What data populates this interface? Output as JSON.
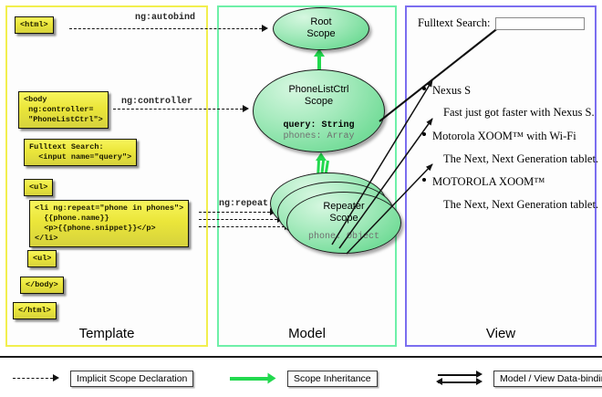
{
  "panels": {
    "template": {
      "label": "Template",
      "color": "#f2ef4e"
    },
    "model": {
      "label": "Model",
      "color": "#6ef0a8"
    },
    "view": {
      "label": "View",
      "color": "#7b6ef0"
    }
  },
  "template_code": {
    "html_open": "<html>",
    "body_open": "<body\n ng:controller=\n \"PhoneListCtrl\">",
    "search": "Fulltext Search:\n  <input name=\"query\">",
    "ul_open": "<ul>",
    "li_repeat": "<li ng:repeat=\"phone in phones\">\n  {{phone.name}}\n  <p>{{phone.snippet}}</p>\n</li>",
    "ul_close": "<ul>",
    "body_close": "</body>",
    "html_close": "</html>"
  },
  "edge_labels": {
    "autobind": "ng:autobind",
    "controller": "ng:controller",
    "repeat": "ng:repeat"
  },
  "scopes": {
    "root": {
      "title_line1": "Root",
      "title_line2": "Scope"
    },
    "ctrl": {
      "title_line1": "PhoneListCtrl",
      "title_line2": "Scope",
      "prop_query": "query: String",
      "prop_phones": "phones: Array"
    },
    "repeater": {
      "title_line1": "Repeater",
      "title_line2": "Scope",
      "prop_phone": "phone: Object"
    }
  },
  "view": {
    "search_label": "Fulltext Search:",
    "search_value": "",
    "search_placeholder": "",
    "phones": [
      {
        "name": "Nexus S",
        "snippet": "Fast just got faster with Nexus S."
      },
      {
        "name": "Motorola XOOM™  with Wi-Fi",
        "snippet": "The Next, Next Generation tablet."
      },
      {
        "name": "MOTOROLA XOOM™",
        "snippet": "The Next, Next Generation tablet."
      }
    ]
  },
  "legend": [
    {
      "label": "Implicit Scope Declaration",
      "style": "dashed-arrow",
      "color": "#111111"
    },
    {
      "label": "Scope Inheritance",
      "style": "green-arrow",
      "color": "#22d94e"
    },
    {
      "label": "Model / View Data-binding",
      "style": "double-arrow",
      "color": "#111111"
    }
  ]
}
